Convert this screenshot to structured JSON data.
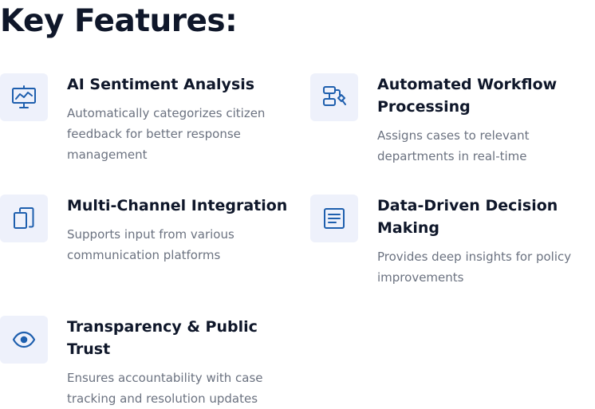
{
  "page": {
    "title": "Key Features:"
  },
  "colors": {
    "icon_stroke": "#1e5fae",
    "icon_bg": "#eef1fb",
    "heading": "#0f172a",
    "body_text": "#6b7280"
  },
  "features": [
    {
      "icon": "chart-presentation-icon",
      "title": "AI Sentiment Analysis",
      "description": "Automatically categorizes citizen\nfeedback for better response\nmanagement"
    },
    {
      "icon": "workflow-icon",
      "title": "Automated Workflow\nProcessing",
      "description": "Assigns cases to relevant\ndepartments in real-time"
    },
    {
      "icon": "multi-device-icon",
      "title": "Multi-Channel Integration",
      "description": "Supports input from various\ncommunication platforms"
    },
    {
      "icon": "document-icon",
      "title": "Data-Driven Decision\nMaking",
      "description": "Provides deep insights for policy\nimprovements"
    },
    {
      "icon": "eye-icon",
      "title": "Transparency & Public Trust",
      "description": "Ensures accountability with case\ntracking and resolution updates"
    }
  ]
}
